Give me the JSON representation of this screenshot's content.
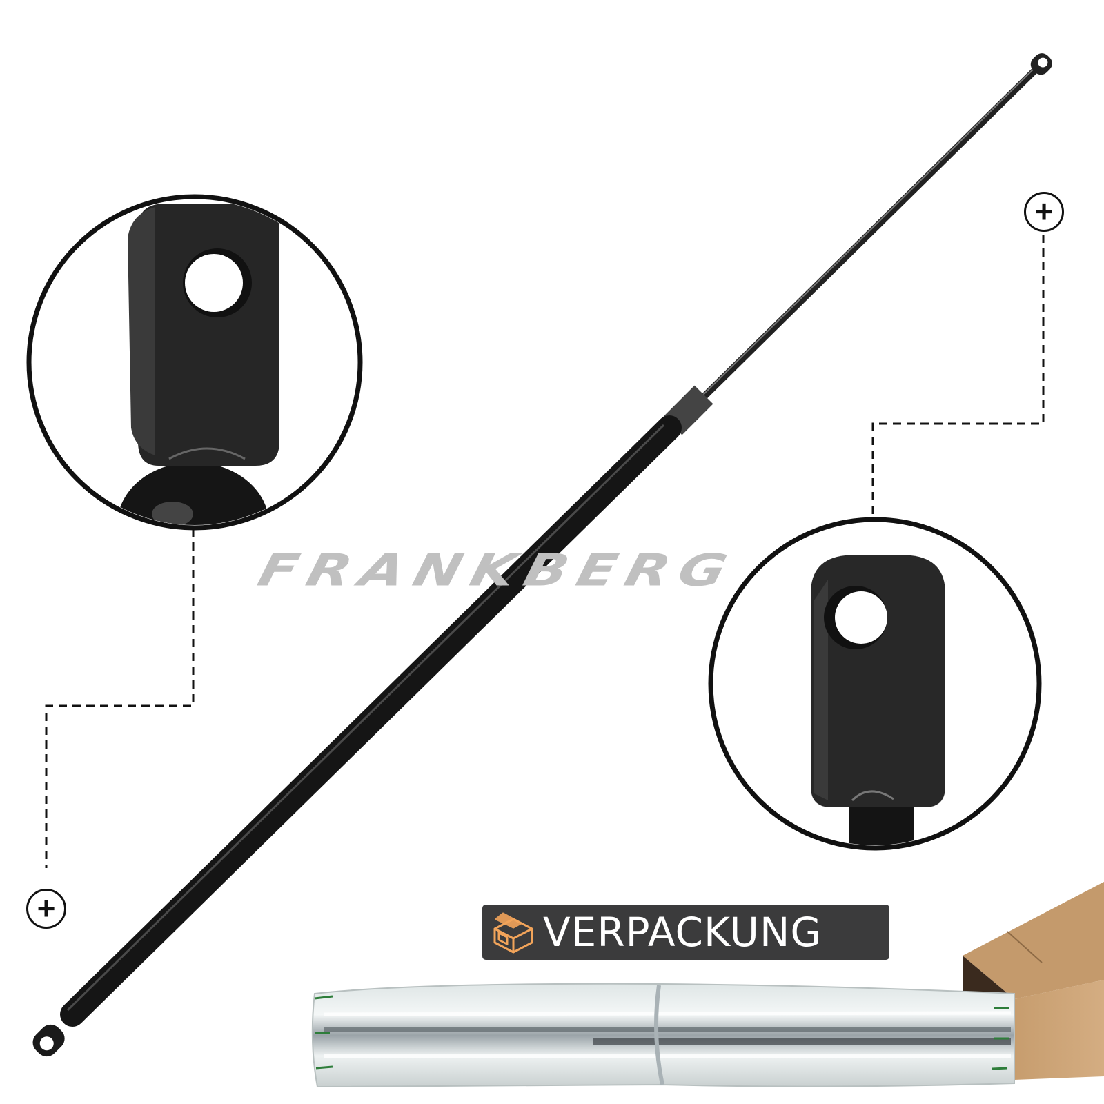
{
  "brand_watermark": "FRANKBERG",
  "packaging_badge": {
    "label": "VERPACKUNG",
    "icon": "box-icon",
    "icon_color": "#f2a45a",
    "background": "#3b3b3c"
  },
  "markers": [
    {
      "icon": "plus-circle-icon",
      "symbol": "+"
    },
    {
      "icon": "plus-circle-icon",
      "symbol": "+"
    }
  ],
  "product": {
    "name": "gas-spring-strut",
    "color": "#1a1a1a"
  },
  "detail_callouts": [
    {
      "name": "eyelet-detail-top",
      "icon": "eyelet-end-fitting"
    },
    {
      "name": "eyelet-detail-bottom",
      "icon": "eyelet-end-fitting"
    }
  ],
  "packaging_image": {
    "items": [
      "air-cushion-wrap",
      "cardboard-box"
    ],
    "box_color": "#c49a6c",
    "wrap_accent": "#2e7d3a"
  }
}
